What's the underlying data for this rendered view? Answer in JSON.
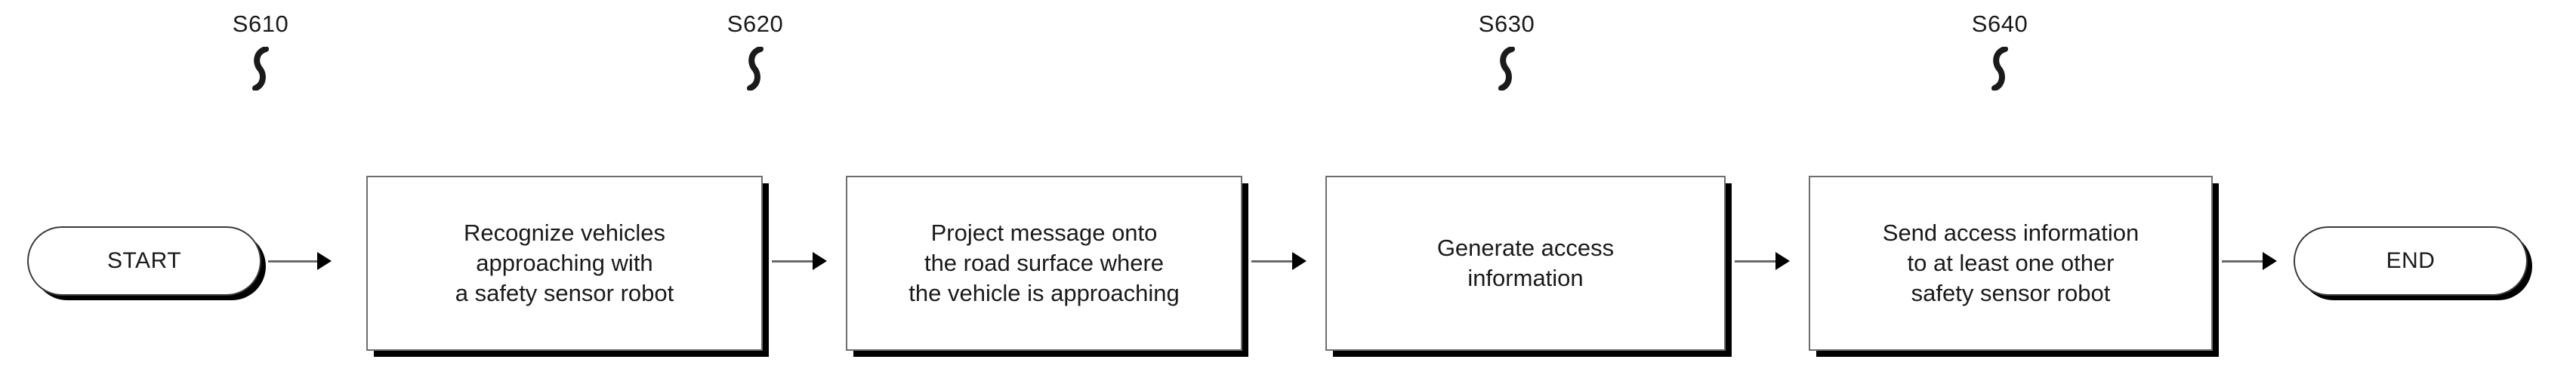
{
  "diagram": {
    "type": "flowchart",
    "orientation": "left-to-right",
    "title": "",
    "nodes": [
      {
        "id": "start",
        "kind": "terminal",
        "label": "START"
      },
      {
        "id": "s610-box",
        "kind": "process",
        "step_ref": "S610",
        "label": "Recognize vehicles\napproaching with\na safety sensor robot"
      },
      {
        "id": "s620-box",
        "kind": "process",
        "step_ref": "S620",
        "label": "Project message onto\nthe road surface where\nthe vehicle is approaching"
      },
      {
        "id": "s630-box",
        "kind": "process",
        "step_ref": "S630",
        "label": "Generate access\ninformation"
      },
      {
        "id": "s640-box",
        "kind": "process",
        "step_ref": "S640",
        "label": "Send access information\nto at least one other\nsafety sensor robot"
      },
      {
        "id": "end",
        "kind": "terminal",
        "label": "END"
      }
    ],
    "step_labels": [
      {
        "text": "S610"
      },
      {
        "text": "S620"
      },
      {
        "text": "S630"
      },
      {
        "text": "S640"
      }
    ],
    "colors": {
      "background": "#ffffff",
      "box_border": "#6e6e6e",
      "terminal_border": "#3a3a3a",
      "shadow": "#000000",
      "connector": "#6a6a6a",
      "arrowhead": "#000000",
      "text": "#1a1a1a"
    }
  }
}
